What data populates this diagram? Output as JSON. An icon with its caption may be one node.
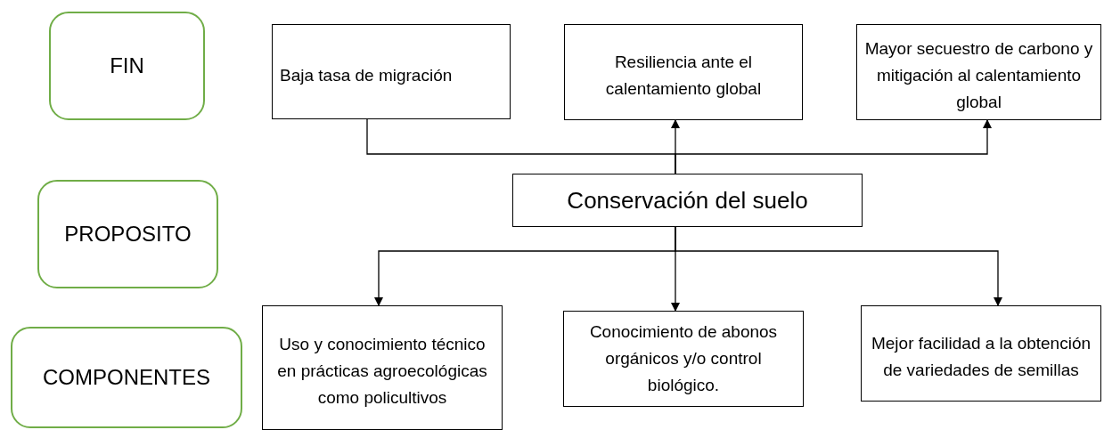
{
  "diagram": {
    "nodes": [
      {
        "text": [
          "FIN"
        ]
      },
      {
        "text": [
          "Baja tasa de migración"
        ]
      },
      {
        "text": [
          "Resiliencia ante el calentamiento global"
        ]
      },
      {
        "text": [
          "Mayor secuestro de carbono y mitigación al calentamiento global"
        ]
      },
      {
        "text": [
          "PROPOSITO"
        ]
      },
      {
        "text": [
          "Conservación del suelo"
        ]
      },
      {
        "text": [
          "COMPONENTES"
        ]
      },
      {
        "text": [
          "Uso y conocimiento técnico en prácticas agroecológicas como policultivos"
        ]
      },
      {
        "text": [
          "Conocimiento de abonos orgánicos y/o control biológico."
        ]
      },
      {
        "text": [
          "Mejor facilidad a la obtención de variedades de semillas"
        ]
      }
    ],
    "edges": [
      {
        "from": 5,
        "to": 1,
        "arrow": "none"
      },
      {
        "from": 5,
        "to": 2,
        "arrow": "to"
      },
      {
        "from": 5,
        "to": 3,
        "arrow": "to"
      },
      {
        "from": 5,
        "to": 7,
        "arrow": "to"
      },
      {
        "from": 5,
        "to": 8,
        "arrow": "to"
      },
      {
        "from": 5,
        "to": 9,
        "arrow": "to"
      }
    ]
  }
}
